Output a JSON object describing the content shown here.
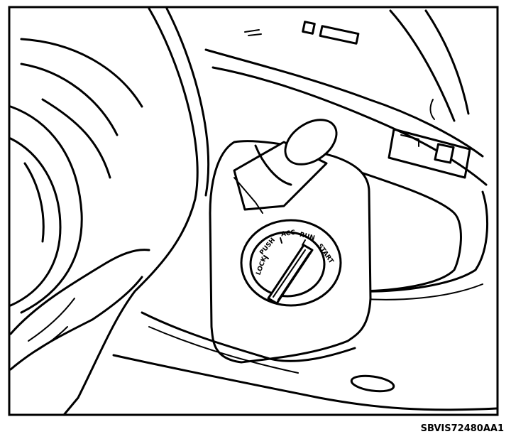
{
  "figure": {
    "code": "SBVIS72480AA1",
    "key_positions": [
      "LOCK",
      "PUSH",
      "ACC",
      "RUN",
      "START"
    ]
  }
}
